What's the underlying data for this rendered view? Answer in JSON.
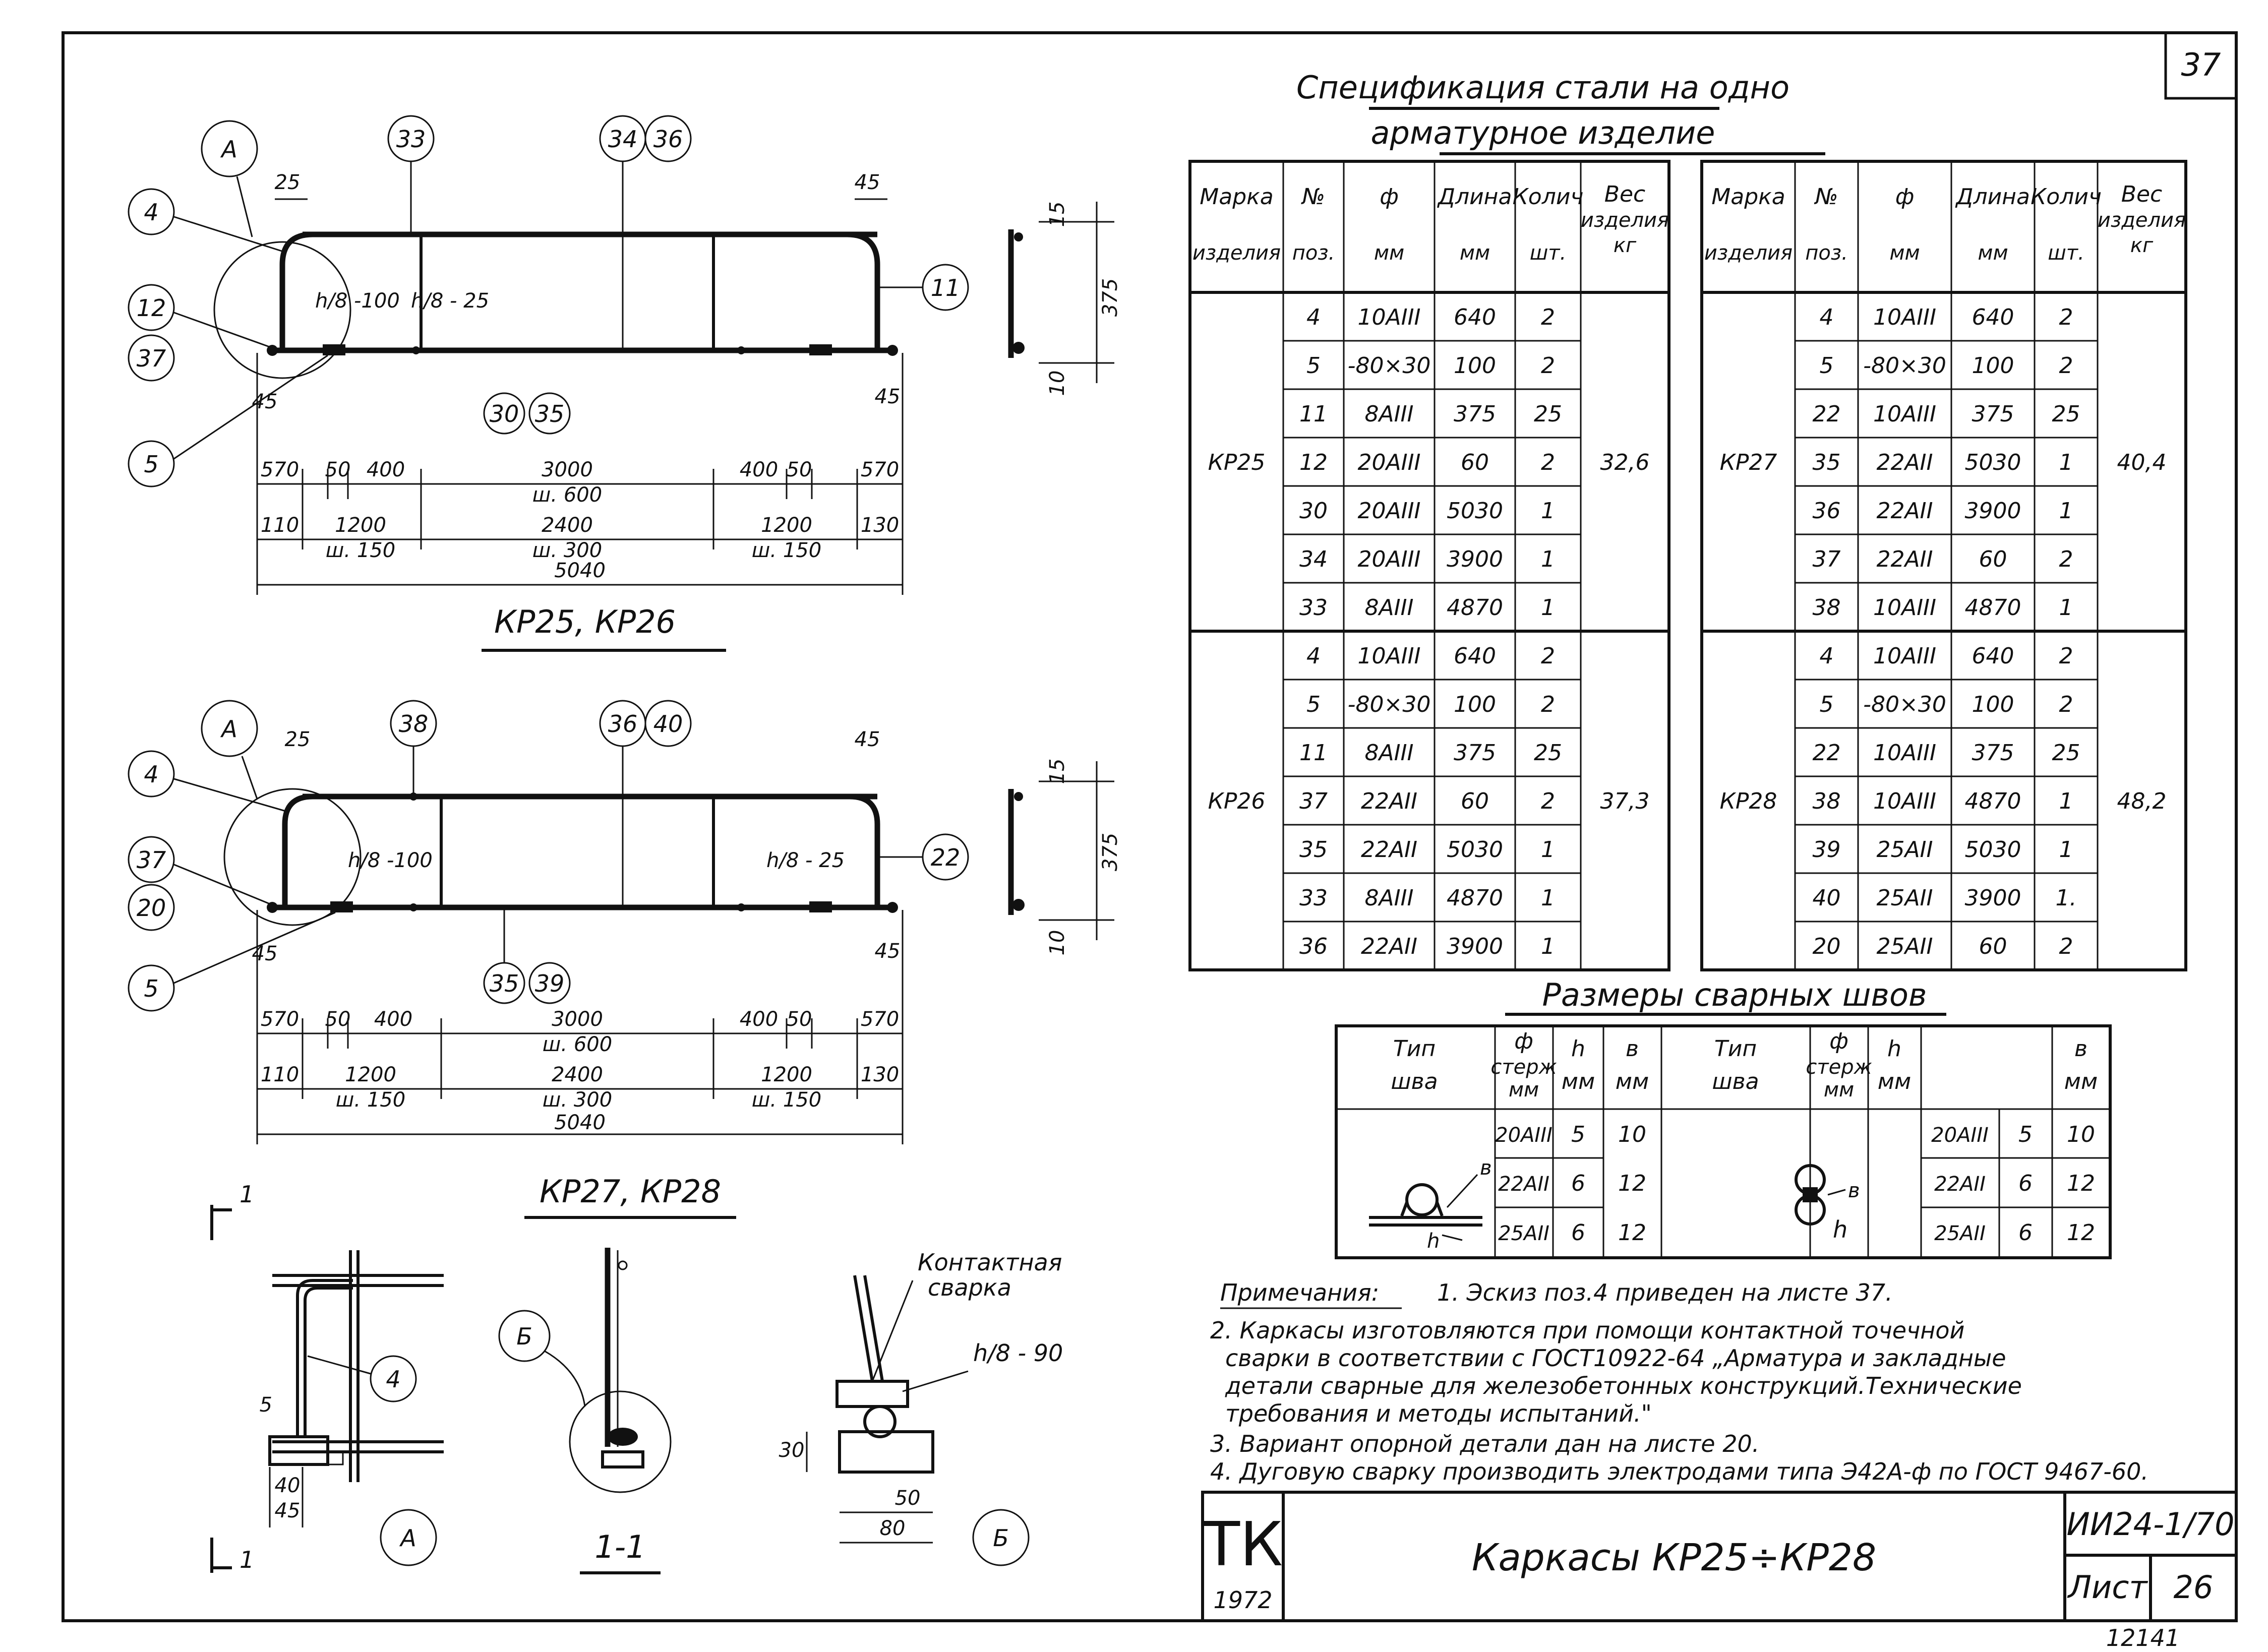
{
  "sheet_number": "37",
  "stamp": {
    "org": "ТК",
    "year": "1972",
    "title": "Каркасы КР25÷КР28",
    "code": "ИИ24-1/70",
    "sheet_label": "Лист",
    "sheet_value": "26",
    "inventory": "12141"
  },
  "spec_table": {
    "title_line1": "Спецификация стали на одно",
    "title_line2": "арматурное изделие",
    "headers": [
      "Марка изделия",
      "№ поз.",
      "ф мм",
      "Длина мм",
      "Колич шт.",
      "Вес изделия кг"
    ],
    "headers_split": {
      "mark": [
        "Марка",
        "изделия"
      ],
      "pos": [
        "№",
        "поз."
      ],
      "dia": [
        "ф",
        "мм"
      ],
      "len": [
        "Длина",
        "мм"
      ],
      "qty": [
        "Колич",
        "шт."
      ],
      "weight": [
        "Вес",
        "изделия",
        "кг"
      ]
    },
    "left_groups": [
      {
        "mark": "КР25",
        "weight": "32,6",
        "rows": [
          [
            "4",
            "10АIII",
            "640",
            "2"
          ],
          [
            "5",
            "-80×30",
            "100",
            "2"
          ],
          [
            "11",
            "8АIII",
            "375",
            "25"
          ],
          [
            "12",
            "20АIII",
            "60",
            "2"
          ],
          [
            "30",
            "20АIII",
            "5030",
            "1"
          ],
          [
            "34",
            "20АIII",
            "3900",
            "1"
          ],
          [
            "33",
            "8АIII",
            "4870",
            "1"
          ]
        ]
      },
      {
        "mark": "КР26",
        "weight": "37,3",
        "rows": [
          [
            "4",
            "10АIII",
            "640",
            "2"
          ],
          [
            "5",
            "-80×30",
            "100",
            "2"
          ],
          [
            "11",
            "8АIII",
            "375",
            "25"
          ],
          [
            "37",
            "22АII",
            "60",
            "2"
          ],
          [
            "35",
            "22АII",
            "5030",
            "1"
          ],
          [
            "33",
            "8АIII",
            "4870",
            "1"
          ],
          [
            "36",
            "22АII",
            "3900",
            "1"
          ]
        ]
      }
    ],
    "right_groups": [
      {
        "mark": "КР27",
        "weight": "40,4",
        "rows": [
          [
            "4",
            "10АIII",
            "640",
            "2"
          ],
          [
            "5",
            "-80×30",
            "100",
            "2"
          ],
          [
            "22",
            "10АIII",
            "375",
            "25"
          ],
          [
            "35",
            "22АII",
            "5030",
            "1"
          ],
          [
            "36",
            "22АII",
            "3900",
            "1"
          ],
          [
            "37",
            "22АII",
            "60",
            "2"
          ],
          [
            "38",
            "10АIII",
            "4870",
            "1"
          ]
        ]
      },
      {
        "mark": "КР28",
        "weight": "48,2",
        "rows": [
          [
            "4",
            "10АIII",
            "640",
            "2"
          ],
          [
            "5",
            "-80×30",
            "100",
            "2"
          ],
          [
            "22",
            "10АIII",
            "375",
            "25"
          ],
          [
            "38",
            "10АIII",
            "4870",
            "1"
          ],
          [
            "39",
            "25АII",
            "5030",
            "1"
          ],
          [
            "40",
            "25АII",
            "3900",
            "1."
          ],
          [
            "20",
            "25АII",
            "60",
            "2"
          ]
        ]
      }
    ]
  },
  "weld_table": {
    "title": "Размеры сварных швов",
    "type_header": [
      "Тип",
      "шва"
    ],
    "dia_header": [
      "ф",
      "стерж",
      "мм"
    ],
    "h_header": [
      "h",
      "мм"
    ],
    "b_header": [
      "в",
      "мм"
    ],
    "rows_left": [
      [
        "20АIII",
        "5",
        "10"
      ],
      [
        "22АII",
        "6",
        "12"
      ],
      [
        "25АII",
        "6",
        "12"
      ]
    ],
    "rows_right": [
      [
        "20АIII",
        "5",
        "10"
      ],
      [
        "22АII",
        "6",
        "12"
      ],
      [
        "25АII",
        "6",
        "12"
      ]
    ],
    "sketch_labels": {
      "b": "в",
      "h": "h"
    }
  },
  "notes": {
    "heading": "Примечания:",
    "items": [
      "1. Эскиз поз.4 приведен на листе 37.",
      "2. Каркасы изготовляются при помощи контактной точечной",
      "сварки в соответствии с ГОСТ10922-64 „Арматура и закладные",
      "детали сварные для железобетонных конструкций.Технические",
      "требования и методы испытаний.\"",
      "3. Вариант опорной детали дан на листе 20.",
      "4. Дуговую сварку производить электродами типа Э42А-ф по ГОСТ 9467-60."
    ]
  },
  "drawing_top": {
    "caption": "КР25, КР26",
    "callouts": [
      "А",
      "33",
      "34",
      "36",
      "4",
      "12",
      "37",
      "5",
      "11",
      "30",
      "35"
    ],
    "top_dims": [
      "25",
      "45",
      "45",
      "45"
    ],
    "spacing_labels": [
      "h/8 -100",
      "h/8 - 25"
    ],
    "row1": [
      "570",
      "50",
      "400",
      "3000",
      "400",
      "50",
      "570"
    ],
    "row1_sub": "ш. 600",
    "row2": [
      "110",
      "1200",
      "2400",
      "1200",
      "130"
    ],
    "row2_sub": [
      "ш. 150",
      "ш. 300",
      "ш. 150"
    ],
    "total": "5040",
    "section_dims": [
      "15",
      "375",
      "10"
    ]
  },
  "drawing_mid": {
    "caption": "КР27, КР28",
    "callouts": [
      "А",
      "38",
      "36",
      "40",
      "4",
      "37",
      "20",
      "5",
      "22",
      "35",
      "39"
    ],
    "top_dims": [
      "25",
      "45",
      "45"
    ],
    "spacing_labels": [
      "h/8 -100",
      "h/8 - 25"
    ],
    "row1": [
      "570",
      "50",
      "400",
      "3000",
      "400",
      "50",
      "570"
    ],
    "row1_sub": "ш. 600",
    "row2": [
      "110",
      "1200",
      "2400",
      "1200",
      "130"
    ],
    "row2_sub": [
      "ш. 150",
      "ш. 300",
      "ш. 150"
    ],
    "total": "5040",
    "section_dims": [
      "15",
      "375",
      "10"
    ]
  },
  "details": {
    "cut_mark": "1",
    "detail_A_label": "А",
    "detail_A_callout": "4",
    "detail_A_dims": [
      "5",
      "40",
      "45"
    ],
    "section_label": "1-1",
    "section_callout": "Б",
    "detail_B_label": "Б",
    "contact_weld": [
      "Контактная",
      "сварка"
    ],
    "detail_B_spacing": "h/8 - 90",
    "detail_B_dims": [
      "30",
      "50",
      "80"
    ]
  }
}
